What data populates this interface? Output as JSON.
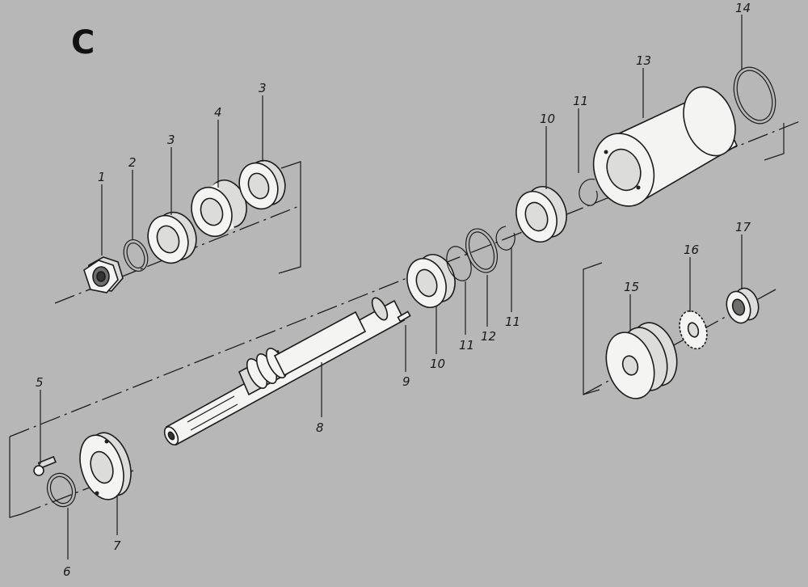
{
  "panel_label": "C",
  "callouts": {
    "p1": "1",
    "p2": "2",
    "p3a": "3",
    "p4": "4",
    "p3b": "3",
    "p5": "5",
    "p6": "6",
    "p7": "7",
    "p8": "8",
    "p9": "9",
    "p10a": "10",
    "p11a": "11",
    "p12": "12",
    "p11b": "11",
    "p10b": "10",
    "p11c": "11",
    "p13": "13",
    "p14": "14",
    "p15": "15",
    "p16": "16",
    "p17": "17"
  },
  "colors": {
    "background": "#b7b7b7",
    "ink": "#1c1c1c",
    "part_fill": "#f4f4f2"
  }
}
